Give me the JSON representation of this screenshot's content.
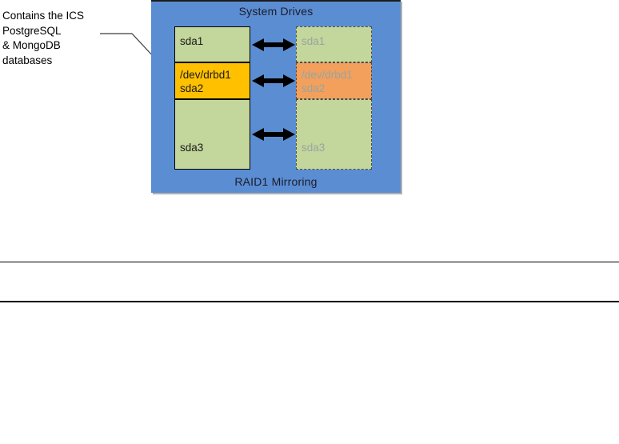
{
  "annotation": {
    "note_text": "Contains the ICS\nPostgreSQL\n& MongoDB\ndatabases",
    "leader_icon": "leader-line-icon"
  },
  "panel": {
    "title": "System Drives",
    "footer": "RAID1 Mirroring",
    "background_color": "#5b8dd3"
  },
  "colors": {
    "panel_blue": "#5b8dd3",
    "partition_green": "#c3d69b",
    "partition_amber": "#ffc000",
    "partition_salmon": "#f2a05c",
    "border_black": "#000000",
    "mirror_text_gray": "#9aa4a0"
  },
  "drives": {
    "primary": {
      "name": "primary-drive",
      "partitions": [
        {
          "label": "sda1",
          "color": "#c3d69b"
        },
        {
          "label": "/dev/drbd1\nsda2",
          "color": "#ffc000"
        },
        {
          "label": "sda3",
          "color": "#c3d69b"
        }
      ]
    },
    "mirror": {
      "name": "mirror-drive",
      "partitions": [
        {
          "label": "sda1",
          "color": "#c3d69b"
        },
        {
          "label": "/dev/drbd1\nsda2",
          "color": "#f2a05c"
        },
        {
          "label": "sda3",
          "color": "#c3d69b"
        }
      ]
    }
  },
  "arrows": [
    {
      "icon": "double-arrow-icon",
      "pairs": "sda1"
    },
    {
      "icon": "double-arrow-icon",
      "pairs": "sda2"
    },
    {
      "icon": "double-arrow-icon",
      "pairs": "sda3"
    }
  ]
}
